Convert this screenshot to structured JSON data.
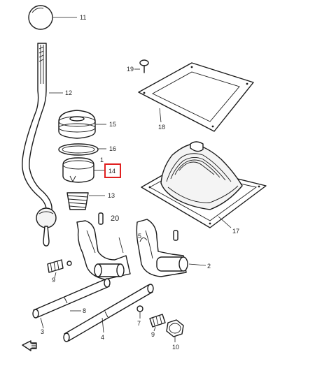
{
  "diagram": {
    "callouts": {
      "p11": "11",
      "p12": "12",
      "p15": "15",
      "p16": "16",
      "p1": "1",
      "p14": "14",
      "p13": "13",
      "p20": "20",
      "p19": "19",
      "p18": "18",
      "p17": "17",
      "p5": "5",
      "p2": "2",
      "p9a": "9",
      "p9b": "9",
      "p8": "8",
      "p7": "7",
      "p3": "3",
      "p4": "4",
      "p10": "10"
    },
    "highlighted_callout": "14",
    "highlight_color": "#e02020"
  }
}
